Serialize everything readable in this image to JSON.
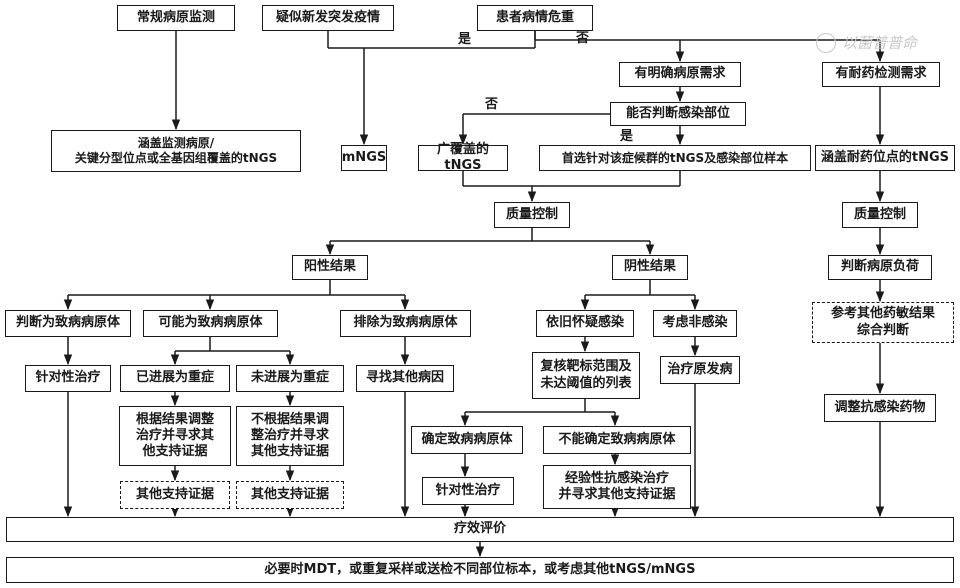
{
  "nodes": {
    "routine_monitoring": "常规病原监测",
    "suspected_outbreak": "疑似新发突发疫情",
    "critical_patient": "患者病情危重",
    "clear_pathogen_need": "有明确病原需求",
    "resistance_need": "有耐药检测需求",
    "can_locate_site": "能否判断感染部位",
    "panel_typing": "涵盖监测病原/\n关键分型位点或全基因组覆盖的tNGS",
    "mngs": "mNGS",
    "broad_tngs": "广覆盖的tNGS",
    "targeted_tngs": "首选针对该症候群的tNGS及感染部位样本",
    "resistance_tngs": "涵盖耐药位点的tNGS",
    "qc_main": "质量控制",
    "qc_right": "质量控制",
    "positive_result": "阳性结果",
    "negative_result": "阴性结果",
    "judge_load": "判断病原负荷",
    "is_causative": "判断为致病病原体",
    "maybe_causative": "可能为致病病原体",
    "excluded_causative": "排除为致病病原体",
    "still_suspect": "依旧怀疑感染",
    "consider_noninfection": "考虑非感染",
    "refer_susceptibility": "参考其他药敏结果\n综合判断",
    "targeted_treatment_1": "针对性治疗",
    "progressed_severe": "已进展为重症",
    "not_progressed": "未进展为重症",
    "find_other_cause": "寻找其他病因",
    "recheck_target_list": "复核靶标范围及\n未达阈值的列表",
    "treat_primary": "治疗原发病",
    "adjust_antiinfective": "调整抗感染药物",
    "adjust_by_result": "根据结果调整\n治疗并寻求其\n他支持证据",
    "no_adjust_by_result": "不根据结果调\n整治疗并寻求\n其他支持证据",
    "confirmed_causative": "确定致病病原体",
    "cannot_confirm": "不能确定致病病原体",
    "other_evidence_1": "其他支持证据",
    "other_evidence_2": "其他支持证据",
    "targeted_treatment_2": "针对性治疗",
    "empirical_treatment": "经验性抗感染治疗\n并寻求其他支持证据",
    "efficacy_eval": "疗效评价",
    "final_step": "必要时MDT，或重复采样或送检不同部位标本，或考虑其他tNGS/mNGS"
  },
  "edge_labels": {
    "yes_1": "是",
    "no_1": "否",
    "no_2": "否",
    "yes_2": "是"
  },
  "watermark": "以菌普普命",
  "colors": {
    "line": "#1a1a1a",
    "watermark": "#c8c8c8"
  }
}
